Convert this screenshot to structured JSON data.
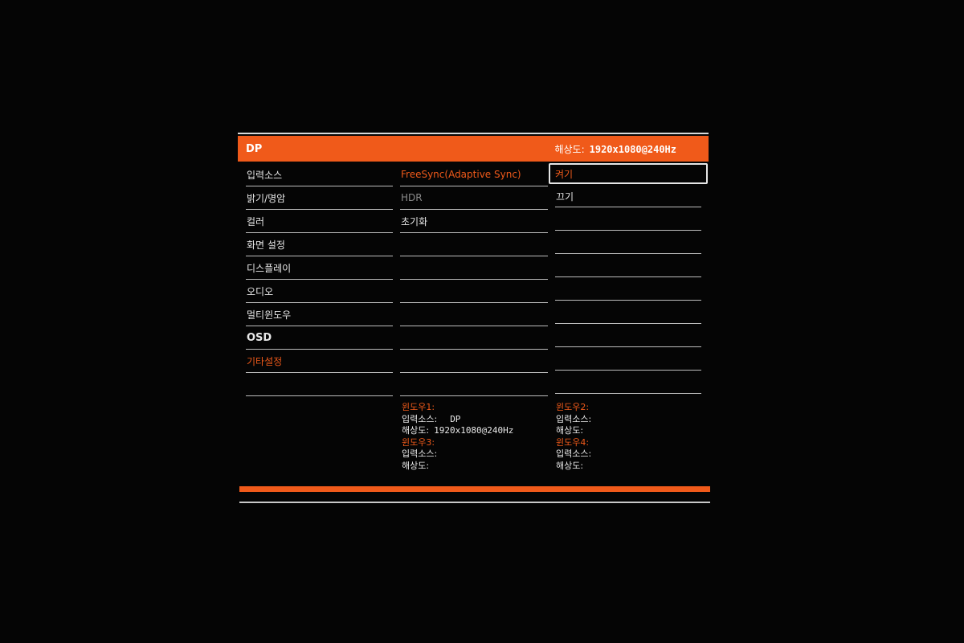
{
  "header": {
    "source": "DP",
    "resolution_label": "해상도:",
    "resolution_value": "1920x1080@240Hz"
  },
  "menu": {
    "items": [
      {
        "label": "입력소스"
      },
      {
        "label": "밝기/명암"
      },
      {
        "label": "컬러"
      },
      {
        "label": "화면 설정"
      },
      {
        "label": "디스플레이"
      },
      {
        "label": "오디오"
      },
      {
        "label": "멀티윈도우"
      },
      {
        "label": "OSD"
      },
      {
        "label": "기타설정"
      }
    ]
  },
  "submenu": {
    "items": [
      {
        "label": "FreeSync(Adaptive Sync)"
      },
      {
        "label": "HDR"
      },
      {
        "label": "초기화"
      }
    ]
  },
  "options": {
    "items": [
      {
        "label": "켜기"
      },
      {
        "label": "끄기"
      }
    ]
  },
  "windows": {
    "w1": {
      "title": "윈도우1:",
      "input_label": "입력소스:",
      "input_value": "DP",
      "res_label": "해상도:",
      "res_value": "1920x1080@240Hz"
    },
    "w2": {
      "title": "윈도우2:",
      "input_label": "입력소스:",
      "res_label": "해상도:"
    },
    "w3": {
      "title": "윈도우3:",
      "input_label": "입력소스:",
      "res_label": "해상도:"
    },
    "w4": {
      "title": "윈도우4:",
      "input_label": "입력소스:",
      "res_label": "해상도:"
    }
  },
  "colors": {
    "accent": "#f05a1a",
    "background": "#050505",
    "text": "#e8e8e8"
  }
}
